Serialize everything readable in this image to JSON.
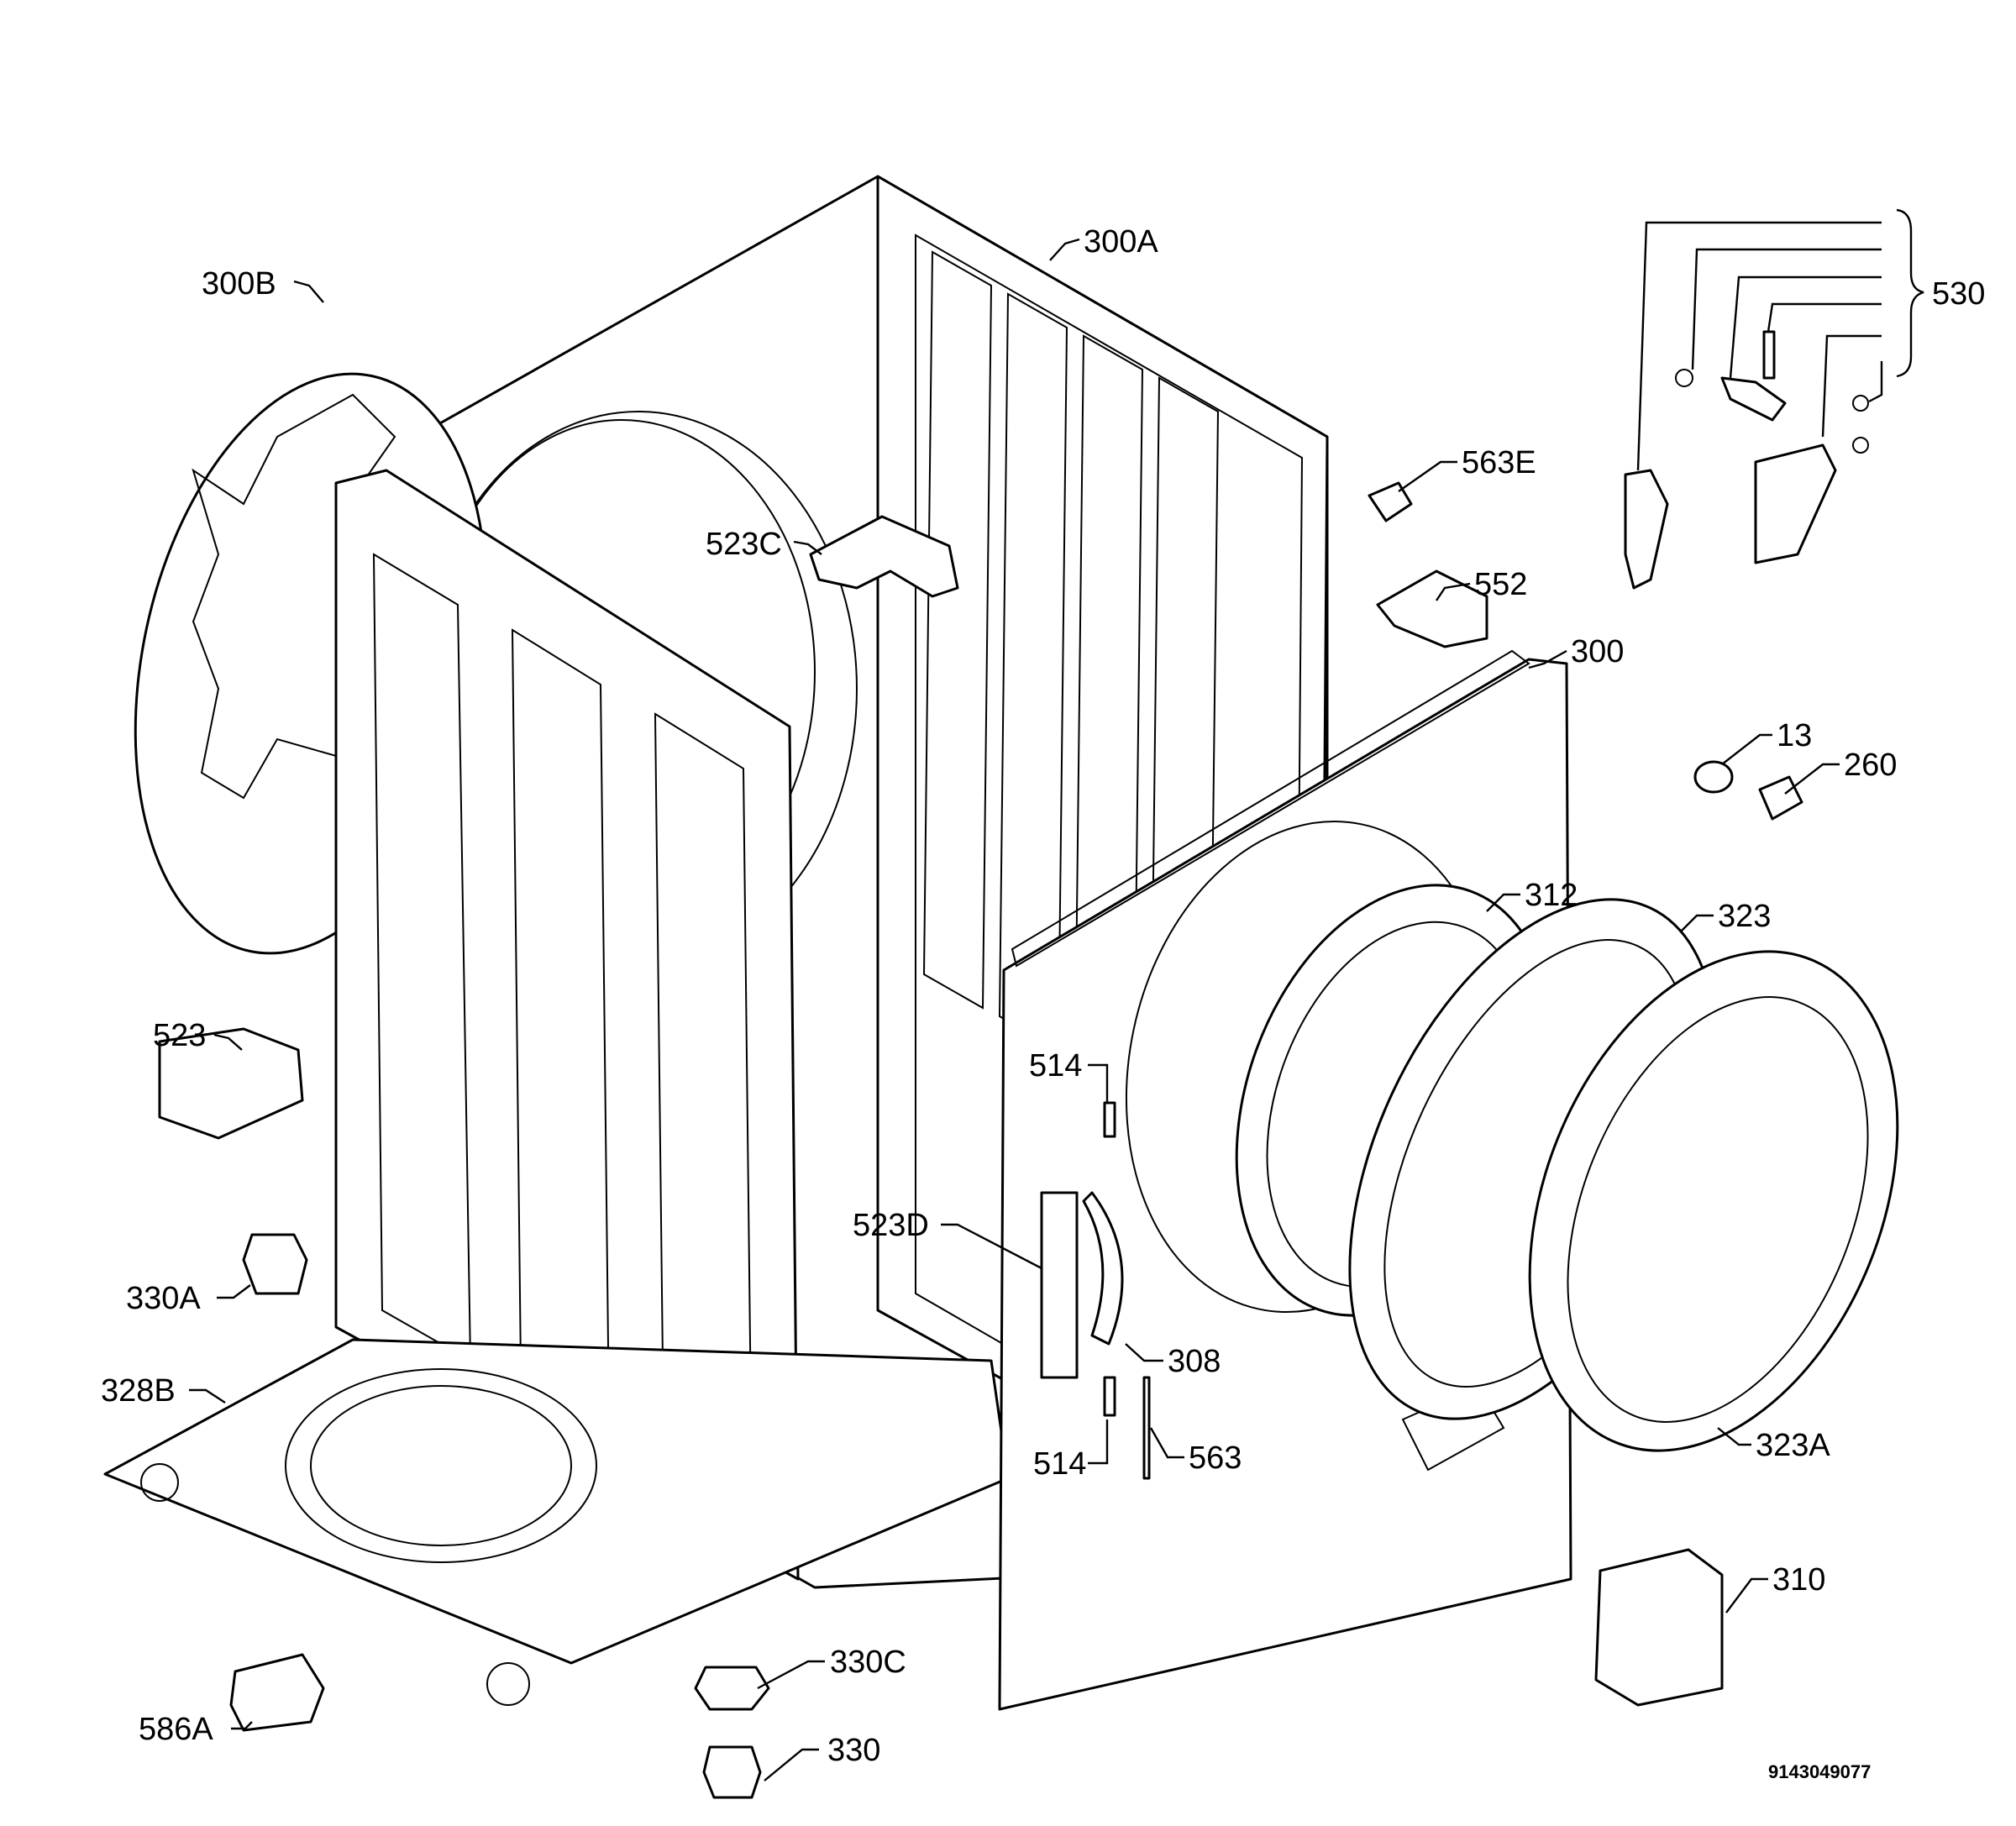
{
  "labels": {
    "l300B": "300B",
    "l300A": "300A",
    "l530": "530",
    "l563E": "563E",
    "l523C": "523C",
    "l552": "552",
    "l300": "300",
    "l13": "13",
    "l260": "260",
    "l312": "312",
    "l323": "323",
    "l523": "523",
    "l514a": "514",
    "l523D": "523D",
    "l308": "308",
    "l330A": "330A",
    "l328B": "328B",
    "l514b": "514",
    "l563": "563",
    "l323A": "323A",
    "l310": "310",
    "l330C": "330C",
    "l586A": "586A",
    "l330": "330"
  },
  "document_number": "9143049077"
}
